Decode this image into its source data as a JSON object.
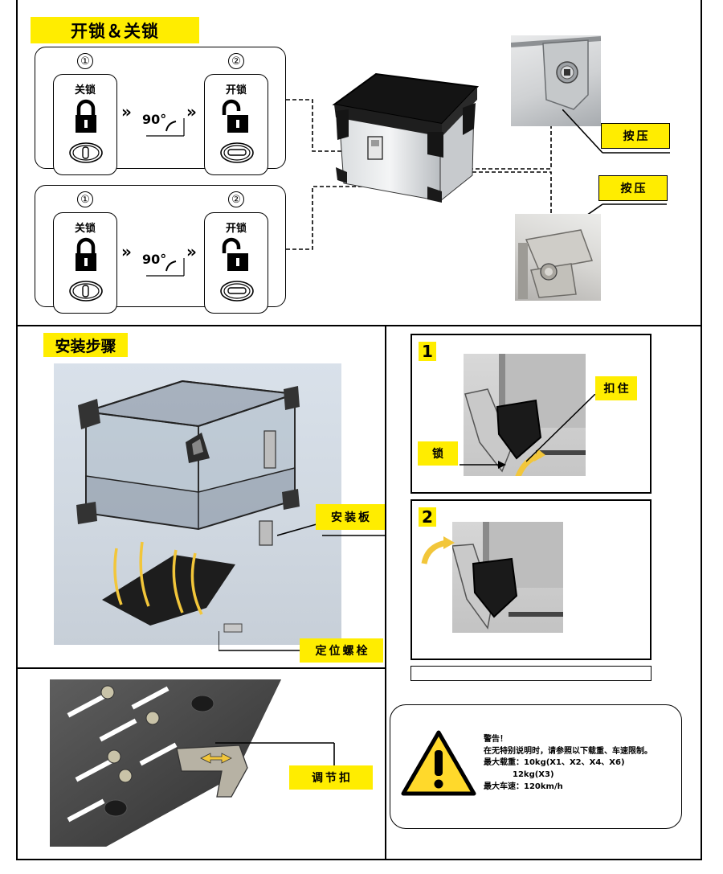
{
  "lock_section": {
    "title": "开锁＆关锁",
    "rows": [
      {
        "step1": "①",
        "step1_label": "关锁",
        "step2": "②",
        "step2_label": "开锁",
        "angle": "90°"
      },
      {
        "step1": "①",
        "step1_label": "关锁",
        "step2": "②",
        "step2_label": "开锁",
        "angle": "90°"
      }
    ],
    "press_label_1": "按压",
    "press_label_2": "按压"
  },
  "install_section": {
    "title": "安装步骤",
    "mount_plate_label": "安装板",
    "locating_bolt_label": "定位螺栓",
    "adjust_buckle_label": "调节扣"
  },
  "steps": {
    "step1_number": "1",
    "step1_clip_label": "扣住",
    "step1_lock_label": "锁",
    "step2_number": "2"
  },
  "warning": {
    "heading": "警告！",
    "line1": "在无特别说明时，请参照以下载重、车速限制。",
    "line2": "最大载重：10kg(X1、X2、X4、X6)",
    "line3": "12kg(X3)",
    "line4": "最大车速：120km/h"
  },
  "colors": {
    "accent_yellow": "#ffed00",
    "border": "#000000"
  }
}
